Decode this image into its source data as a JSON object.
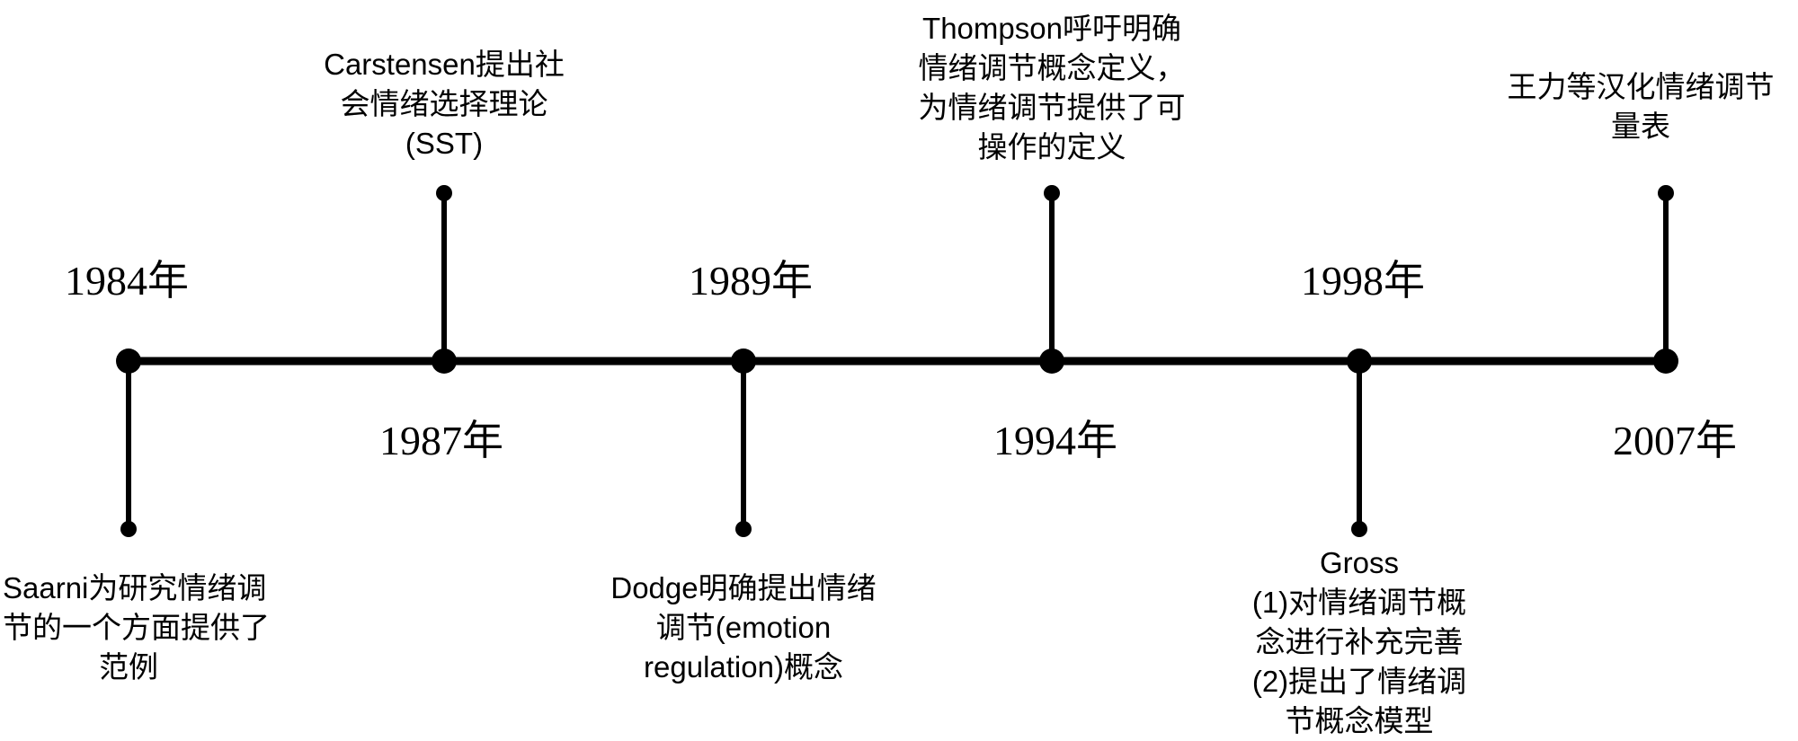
{
  "colors": {
    "line": "#000000",
    "text": "#000000",
    "background": "#ffffff"
  },
  "events": [
    {
      "id": "e1984",
      "year": "1984年",
      "desc_lines": [
        "Saarni为研究情绪调",
        "节的一个方面提供了",
        "范例"
      ]
    },
    {
      "id": "e1987",
      "year": "1987年",
      "desc_lines": [
        "Carstensen提出社",
        "会情绪选择理论",
        "(SST)"
      ]
    },
    {
      "id": "e1989",
      "year": "1989年",
      "desc_lines": [
        "Dodge明确提出情绪",
        "调节(emotion",
        "regulation)概念"
      ]
    },
    {
      "id": "e1994",
      "year": "1994年",
      "desc_lines": [
        "Thompson呼吁明确",
        "情绪调节概念定义，",
        "为情绪调节提供了可",
        "操作的定义"
      ]
    },
    {
      "id": "e1998",
      "year": "1998年",
      "desc_lines": [
        "Gross",
        "(1)对情绪调节概",
        "念进行补充完善",
        "(2)提出了情绪调",
        "节概念模型"
      ]
    },
    {
      "id": "e2007",
      "year": "2007年",
      "desc_lines": [
        "王力等汉化情绪调节",
        "量表"
      ]
    }
  ]
}
